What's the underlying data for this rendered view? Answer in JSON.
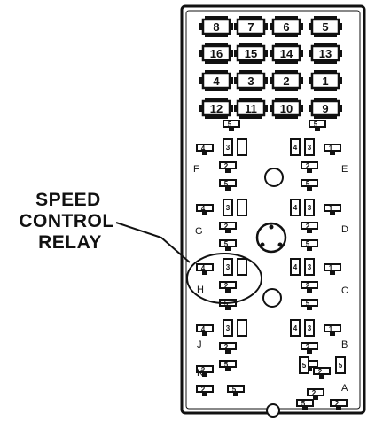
{
  "callout": {
    "line1": "SPEED",
    "line2": "CONTROL",
    "line3": "RELAY"
  },
  "fuses": [
    {
      "row": 0,
      "labels": [
        "8",
        "7",
        "6",
        "5"
      ]
    },
    {
      "row": 1,
      "labels": [
        "16",
        "15",
        "14",
        "13"
      ]
    },
    {
      "row": 2,
      "labels": [
        "4",
        "3",
        "2",
        "1"
      ]
    },
    {
      "row": 3,
      "labels": [
        "12",
        "11",
        "10",
        "9"
      ]
    }
  ],
  "relay_group_letters": {
    "F": "F",
    "E": "E",
    "G": "G",
    "D": "D",
    "H": "H",
    "C": "C",
    "J": "J",
    "B": "B",
    "K": "K",
    "A": "A"
  },
  "pin_labels": {
    "one": "1",
    "two": "2",
    "three": "3",
    "four": "4",
    "five": "5"
  },
  "colors": {
    "ink": "#111111",
    "background": "#ffffff"
  }
}
